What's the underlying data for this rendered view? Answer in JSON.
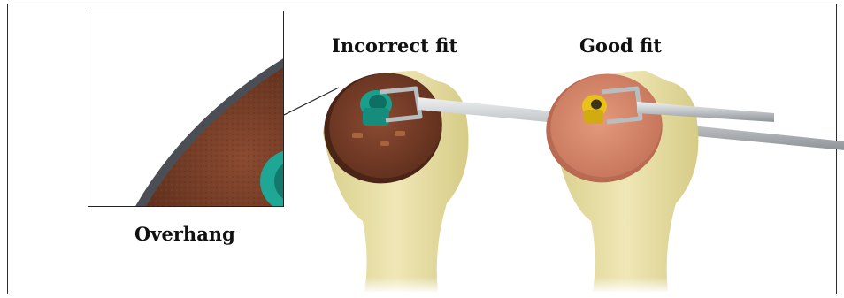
{
  "labels": {
    "incorrect_fit": "Incorrect fit",
    "good_fit": "Good fit",
    "overhang": "Overhang"
  },
  "colors": {
    "bone": "#e9e0a8",
    "cap_incorrect": "#7a3f2a",
    "cap_good": "#d98a6c",
    "guide_teal": "#1a9f8c",
    "guide_yellow": "#e8c21a",
    "instrument_steel": "#c9ccce"
  }
}
